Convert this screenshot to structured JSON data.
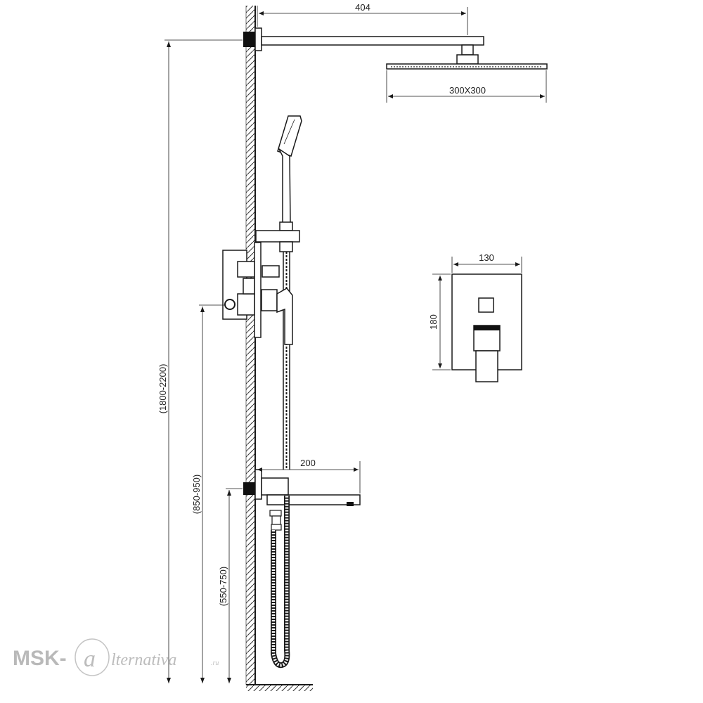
{
  "dimensions": {
    "arm_length": "404",
    "head_size": "300X300",
    "panel_width": "130",
    "panel_height": "180",
    "spout_length": "200",
    "overhead_height": "(1800-2200)",
    "mixer_height": "(850-950)",
    "spout_height": "(550-750)"
  },
  "watermark": {
    "brand_left": "MSK-",
    "brand_right": "lternativa",
    "domain": ".ru"
  },
  "colors": {
    "line": "#1a1a1a",
    "watermark": "#b9b9b9"
  }
}
